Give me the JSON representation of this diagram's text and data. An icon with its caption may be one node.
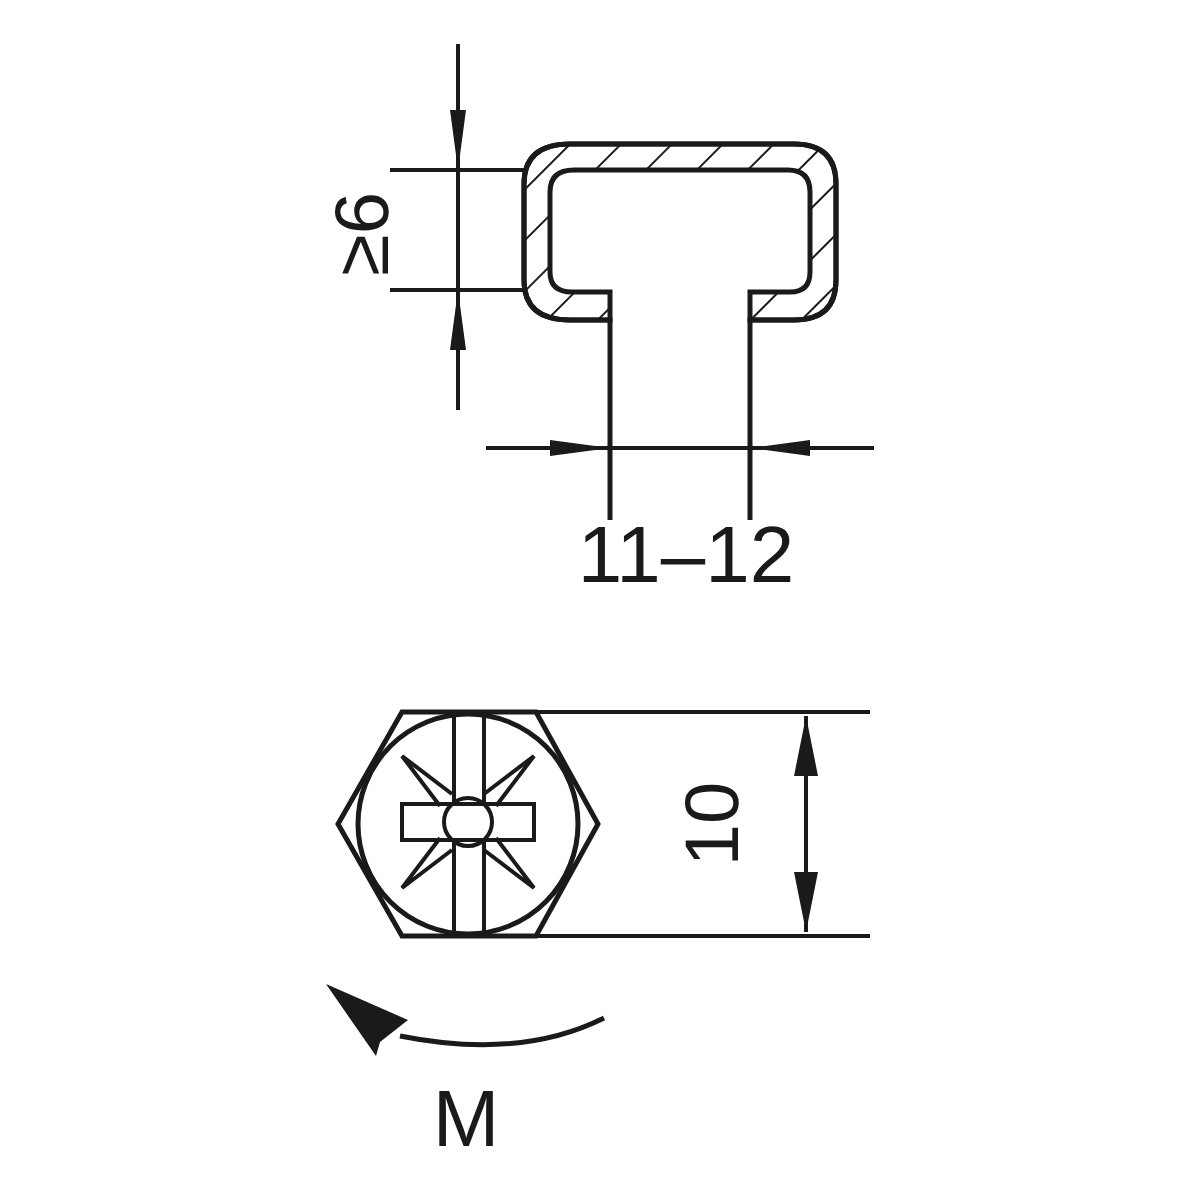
{
  "diagram": {
    "labels": [
      "≥6",
      "11–12",
      "10",
      "M"
    ]
  }
}
